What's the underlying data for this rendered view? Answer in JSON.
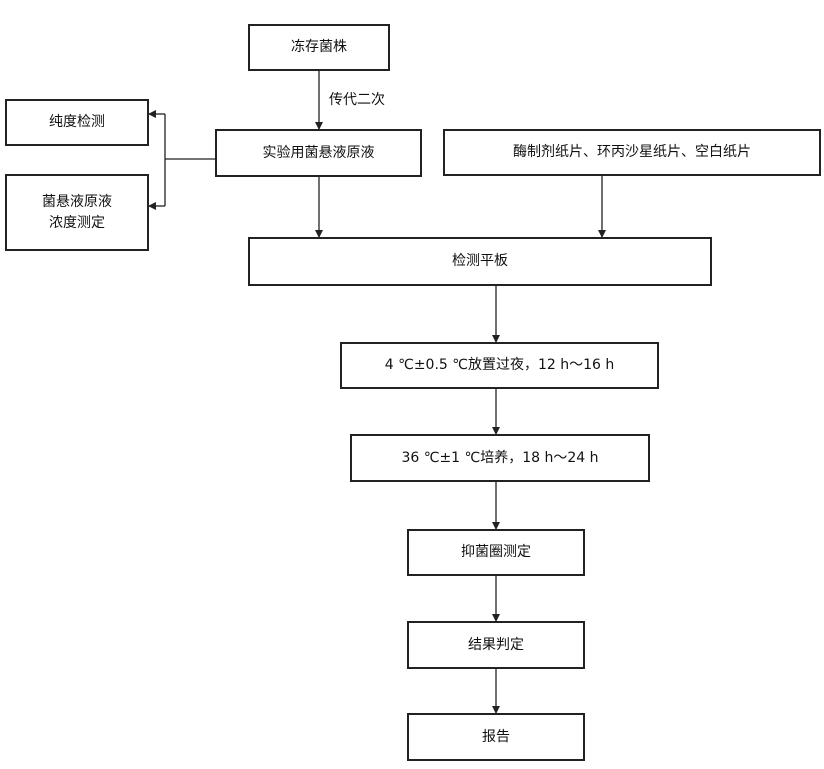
{
  "nodes": {
    "frozen_strain": "冻存菌株",
    "subculture_label": "传代二次",
    "stock_suspension": "实验用菌悬液原液",
    "purity_test": "纯度检测",
    "concentration_test": "菌悬液原液\n浓度测定",
    "discs": "酶制剂纸片、环丙沙星纸片、空白纸片",
    "test_plate": "检测平板",
    "cold_overnight": "4 ℃±0.5 ℃放置过夜，12 h～16 h",
    "incubation": "36 ℃±1 ℃培养，18 h～24 h",
    "inhibition_zone": "抑菌圈测定",
    "result_judgement": "结果判定",
    "report": "报告"
  }
}
